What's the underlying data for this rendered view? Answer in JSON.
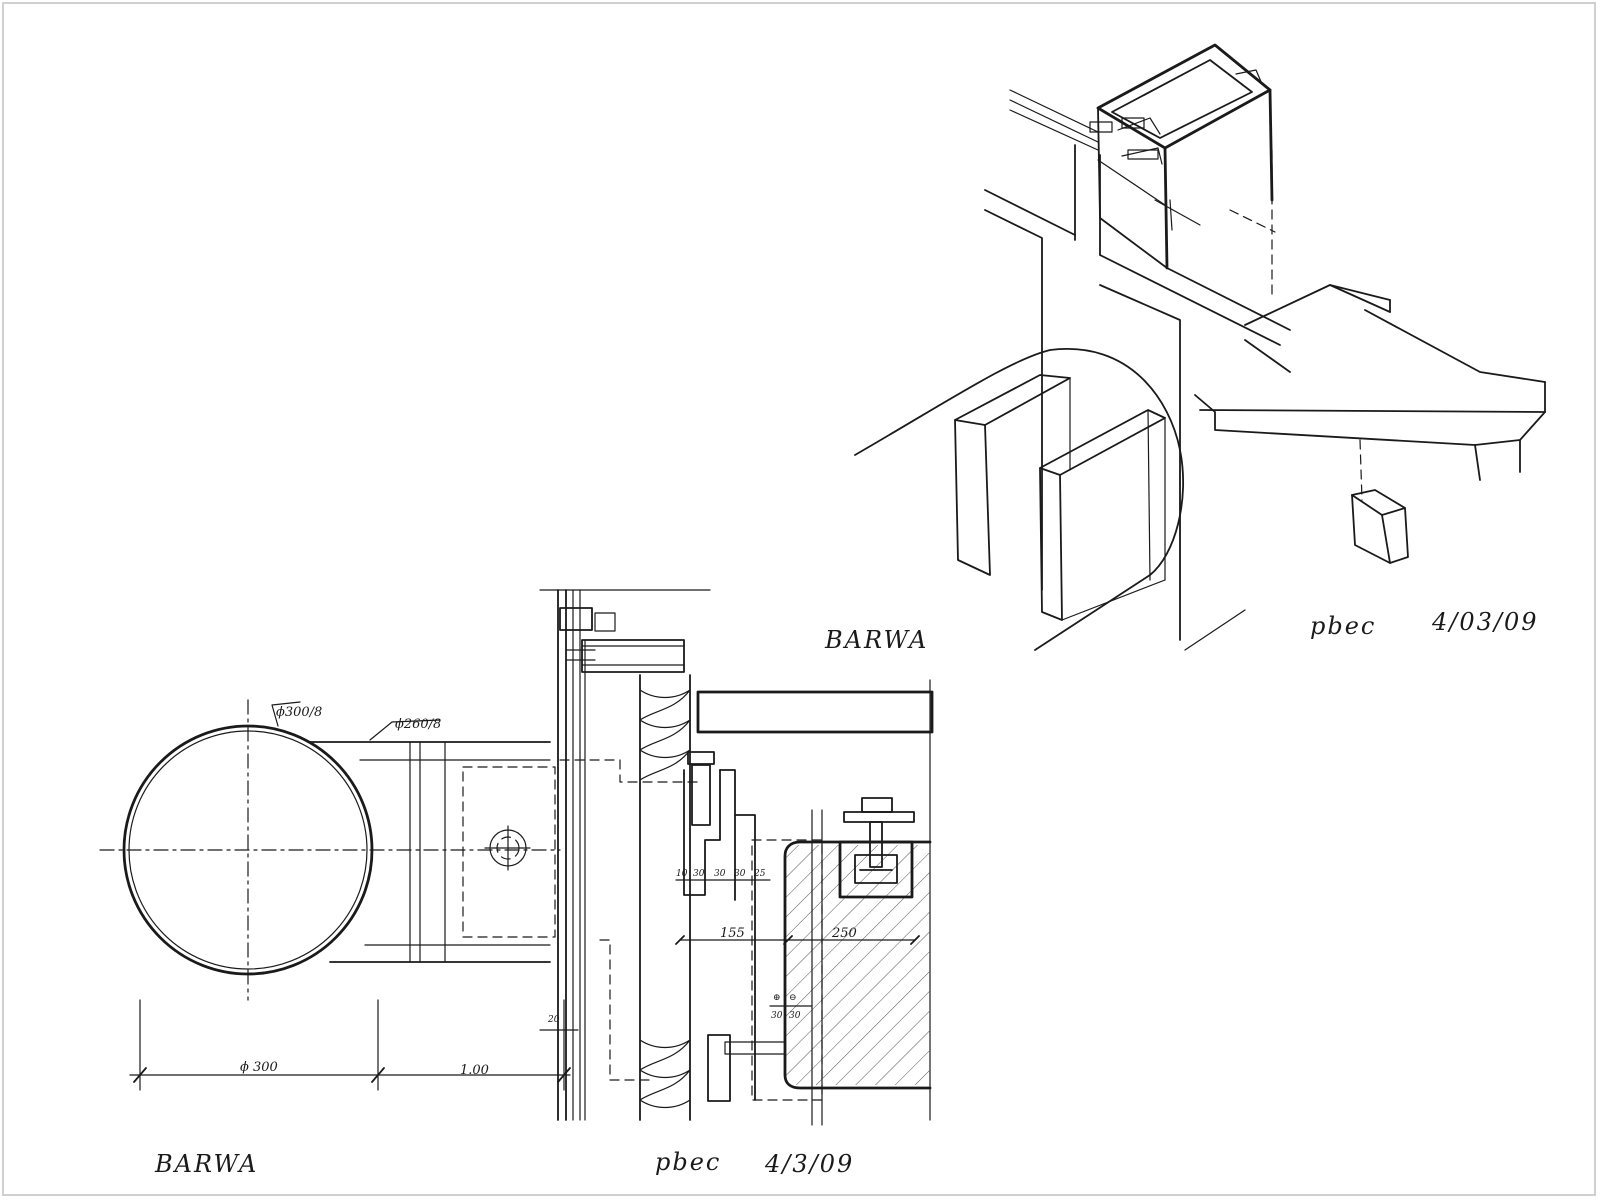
{
  "isometric": {
    "label": "BARWA",
    "signature": "pbec",
    "date": "4/03/09"
  },
  "plan": {
    "label": "BARWA",
    "signature": "pbec",
    "date": "4/3/09",
    "dimensions": {
      "outer_tube": "ϕ300/8",
      "inner_tube": "ϕ260/8",
      "diameter": "ϕ 300",
      "length": "1.00",
      "gap": "20",
      "spacings": [
        "10",
        "30",
        "30",
        "30",
        "25"
      ],
      "depth_a": "155",
      "depth_b": "250",
      "plus_symbol": "⊕",
      "minus_symbol": "⊖",
      "tol_a": "30",
      "tol_b": "30"
    }
  }
}
